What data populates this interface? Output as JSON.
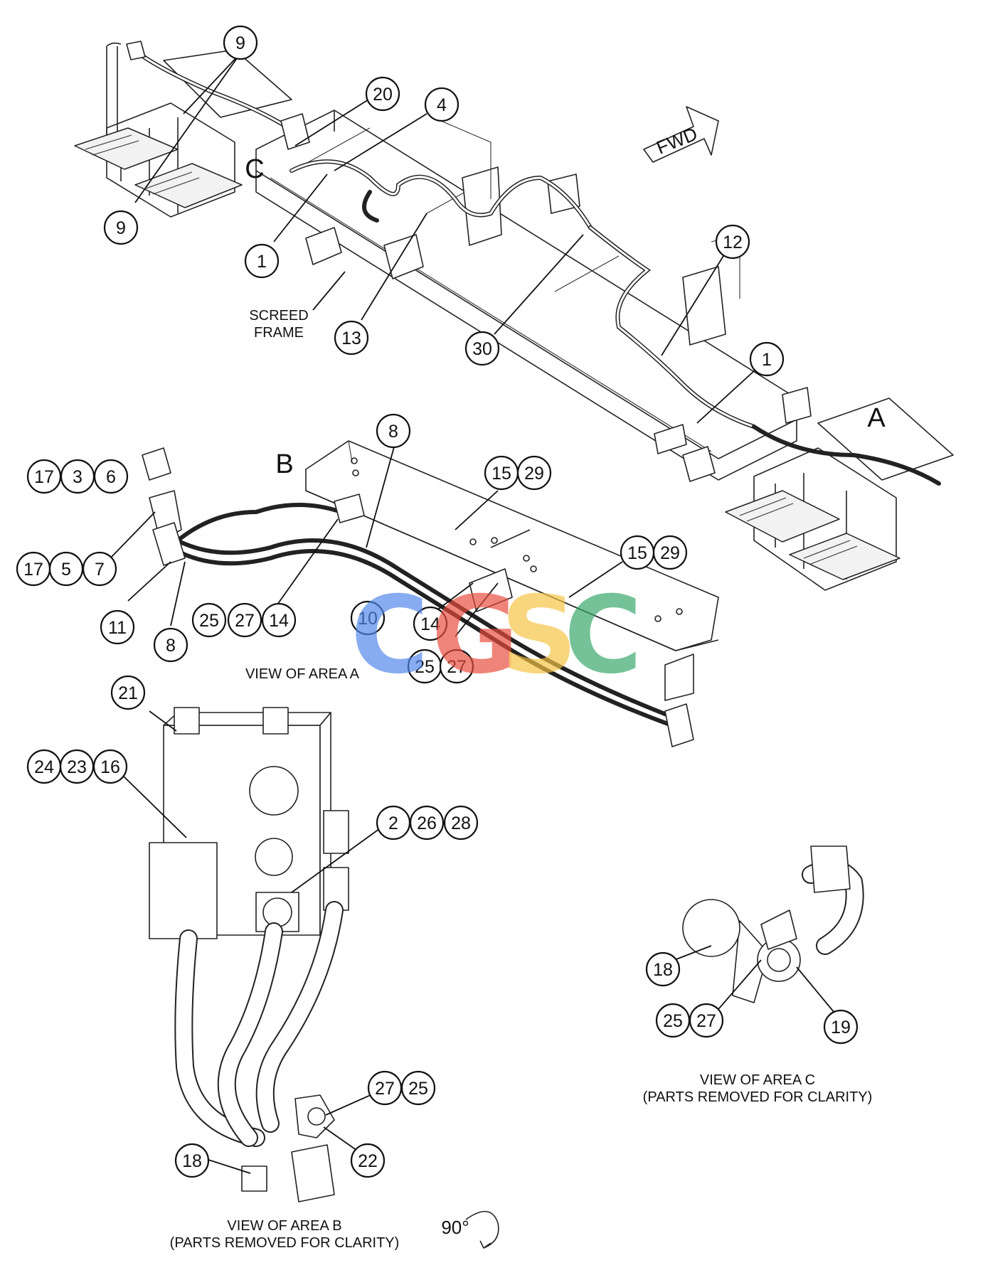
{
  "area_letters": {
    "a": "A",
    "b": "B",
    "c": "C"
  },
  "direction": {
    "fwd": "FWD",
    "rotate": "90°"
  },
  "labels": {
    "screed_frame_1": "SCREED",
    "screed_frame_2": "FRAME"
  },
  "captions": {
    "view_a": "VIEW OF AREA A",
    "view_b_1": "VIEW OF AREA B",
    "view_b_2": "(PARTS REMOVED FOR CLARITY)",
    "view_c_1": "VIEW OF AREA C",
    "view_c_2": "(PARTS REMOVED FOR CLARITY)"
  },
  "watermark": {
    "text": "CGSC",
    "colors": [
      "#4f86ec",
      "#e84c3d",
      "#f6c443",
      "#35a76a"
    ]
  },
  "callouts": [
    "9",
    "9",
    "20",
    "4",
    "1",
    "13",
    "30",
    "12",
    "1",
    "8",
    "8",
    "17",
    "3",
    "6",
    "17",
    "5",
    "7",
    "11",
    "25",
    "27",
    "14",
    "15",
    "29",
    "15",
    "29",
    "10",
    "14",
    "25",
    "27",
    "21",
    "24",
    "23",
    "16",
    "2",
    "26",
    "28",
    "27",
    "25",
    "22",
    "18",
    "18",
    "25",
    "27",
    "19"
  ]
}
